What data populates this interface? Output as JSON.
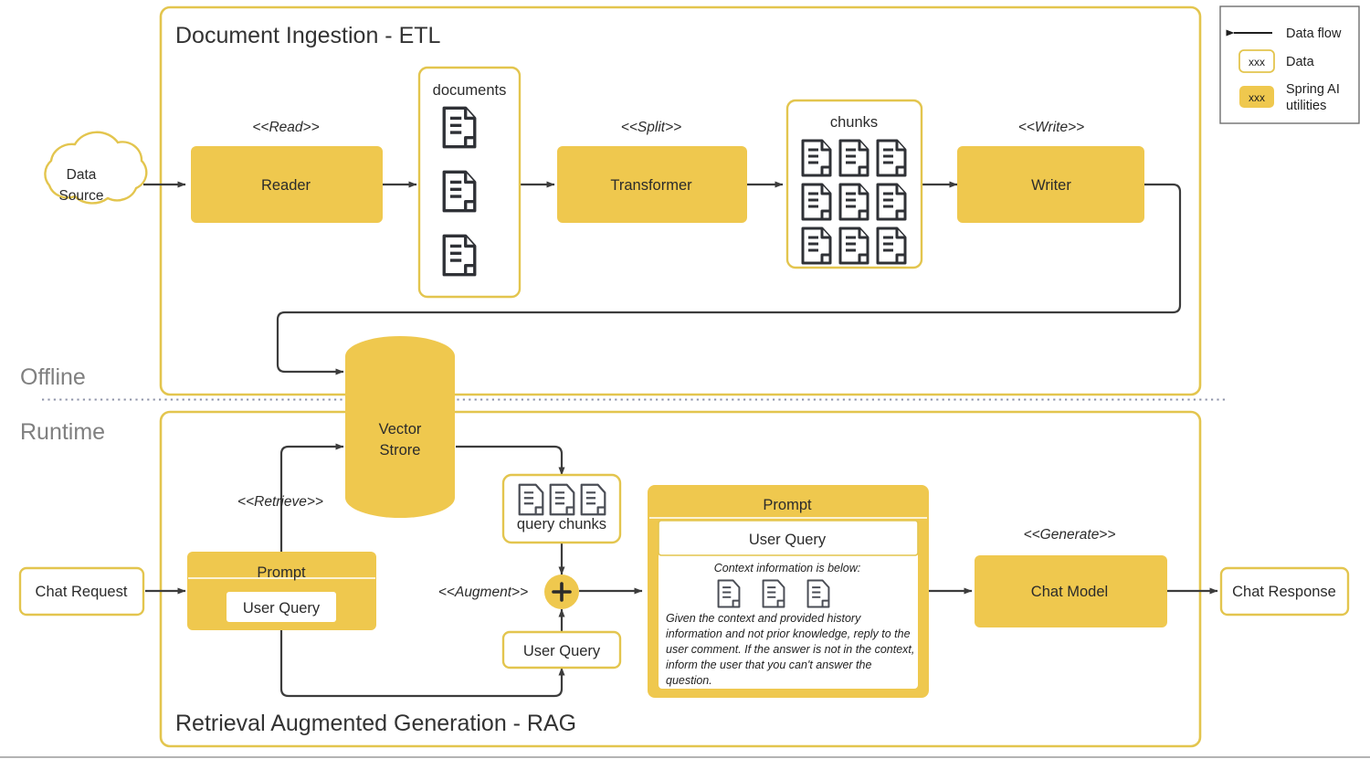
{
  "diagram": {
    "title_etl": "Document Ingestion - ETL",
    "title_rag": "Retrieval Augmented Generation - RAG",
    "phase_offline": "Offline",
    "phase_runtime": "Runtime"
  },
  "colors": {
    "spring_yellow": "#EFC84E",
    "border_yellow": "#E3C54E",
    "arrow_dark": "#3c3c3c",
    "phase_gray": "#808080",
    "divider_dotted": "#8e93a8"
  },
  "legend": {
    "items": [
      {
        "icon": "left-arrow-icon",
        "label": "Data flow"
      },
      {
        "icon": "data-box-icon",
        "sample": "xxx",
        "label": "Data"
      },
      {
        "icon": "spring-ai-box-icon",
        "sample": "xxx",
        "label": "Spring AI utilities"
      }
    ]
  },
  "etl": {
    "source": {
      "label_line1": "Data",
      "label_line2": "Source",
      "shape": "cloud"
    },
    "stereotype_read": "<<Read>>",
    "reader": {
      "label": "Reader",
      "kind": "spring-ai"
    },
    "documents": {
      "label": "documents",
      "icon_count": 3,
      "kind": "data"
    },
    "stereotype_split": "<<Split>>",
    "transformer": {
      "label": "Transformer",
      "kind": "spring-ai"
    },
    "chunks": {
      "label": "chunks",
      "icon_count": 9,
      "kind": "data"
    },
    "stereotype_write": "<<Write>>",
    "writer": {
      "label": "Writer",
      "kind": "spring-ai"
    }
  },
  "vector_store": {
    "label_line1": "Vector",
    "label_line2": "Strore",
    "shape": "cylinder",
    "kind": "spring-ai"
  },
  "rag": {
    "chat_request": {
      "label": "Chat Request",
      "kind": "data"
    },
    "prompt_in": {
      "title": "Prompt",
      "user_query": "User Query",
      "kind": "spring-ai"
    },
    "stereotype_retrieve": "<<Retrieve>>",
    "query_chunks": {
      "label": "query chunks",
      "icon_count": 3,
      "kind": "data"
    },
    "stereotype_augment": "<<Augment>>",
    "augment_node": {
      "symbol": "+",
      "kind": "spring-ai"
    },
    "user_query_box": {
      "label": "User Query",
      "kind": "data"
    },
    "prompt_out": {
      "title": "Prompt",
      "user_query": "User Query",
      "context_header": "Context information is below:",
      "icon_count": 3,
      "body_lines": [
        "Given the context and provided history",
        "information and not prior knowledge, reply to the",
        "user comment. If the answer is not in the context,",
        "inform the user that you can't answer the",
        "question."
      ],
      "kind": "spring-ai"
    },
    "stereotype_generate": "<<Generate>>",
    "chat_model": {
      "label": "Chat Model",
      "kind": "spring-ai"
    },
    "chat_response": {
      "label": "Chat Response",
      "kind": "data"
    }
  }
}
